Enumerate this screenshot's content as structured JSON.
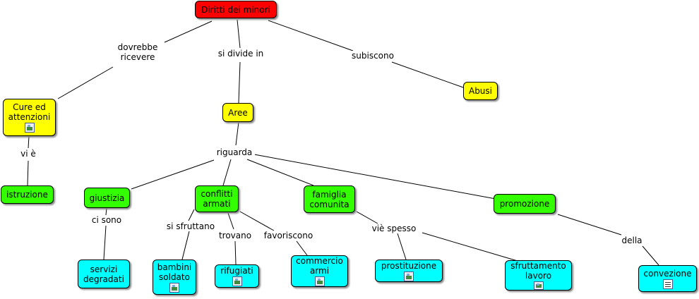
{
  "colors": {
    "root": "#ff0000",
    "yellow": "#ffff00",
    "green": "#33ff00",
    "cyan": "#00ffff",
    "line": "#000000"
  },
  "nodes": {
    "root": "Diritti dei minori",
    "cure": "Cure ed\nattenzioni",
    "aree": "Aree",
    "abusi": "Abusi",
    "istruzione": "istruzione",
    "giustizia": "giustizia",
    "conflitti": "conflitti\narmati",
    "famiglia": "famiglia\ncomunita",
    "promozione": "promozione",
    "servizi": "servizi\ndegradati",
    "bambini": "bambini\nsoldato",
    "rifugiati": "rifugiati",
    "commercio": "commercio\narmi",
    "prostituzione": "prostituzione",
    "sfruttamento": "sfruttamento\nlavoro",
    "convezione": "convezione"
  },
  "links": {
    "dovrebbe": "dovrebbe\nricevere",
    "si_divide": "si divide in",
    "subiscono": "subiscono",
    "vi_e": "vi è",
    "riguarda": "riguarda",
    "ci_sono": "ci sono",
    "si_sfruttano": "si sfruttano",
    "trovano": "trovano",
    "favoriscono": "favoriscono",
    "vie_spesso": "viè spesso",
    "della": "della"
  },
  "icons": {
    "cure": "image-icon",
    "bambini": "image-icon",
    "rifugiati": "image-icon",
    "commercio": "image-icon",
    "prostituzione": "image-icon",
    "sfruttamento": "image-icon",
    "convezione": "document-icon"
  }
}
